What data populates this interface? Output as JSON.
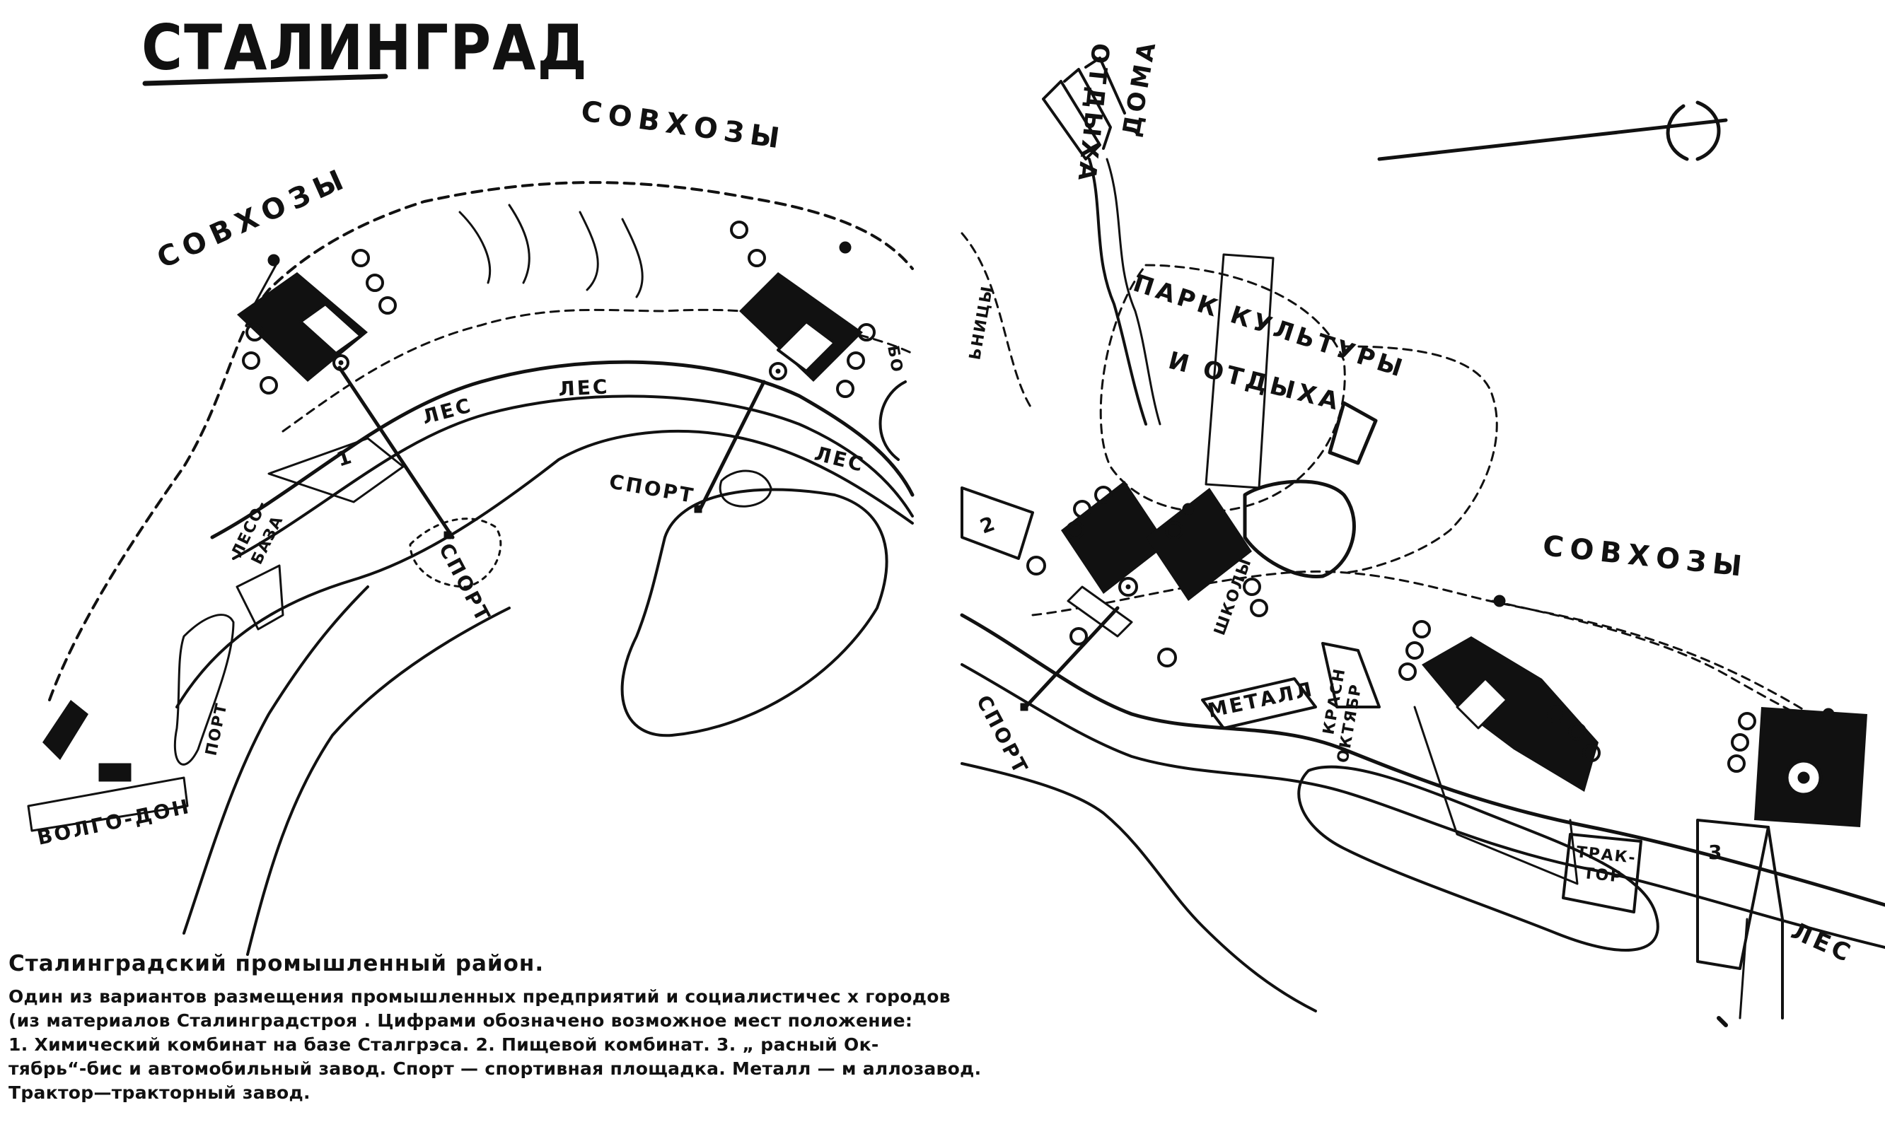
{
  "map": {
    "title": "СТАЛИНГРАД",
    "labels": {
      "sovkhozy_top": "СОВХОЗЫ",
      "sovkhozy_left": "СОВХОЗЫ",
      "sovkhozy_right": "СОВХОЗЫ",
      "les_1": "ЛЕС",
      "les_2": "ЛЕС",
      "les_3": "ЛЕС",
      "les_4": "ЛЕС",
      "sport_1": "СПОРТ",
      "sport_2": "СПОРТ",
      "sport_3": "СПОРТ",
      "lesobaza_1": "ЛЕСО-",
      "lesobaza_2": "БАЗА",
      "port": "ПОРТ",
      "volgo_don": "ВОЛГО-ДОН",
      "doma_otdykha_1": "ДОМА",
      "doma_otdykha_2": "ОТДЫХА",
      "park_1": "ПАРК КУЛЬТУРЫ",
      "park_2": "И ОТДЫХА",
      "shkoly": "ШКОЛЫ",
      "metall": "МЕТАЛЛ",
      "krasn_1": "КРАСН",
      "krasn_2": "ОКТЯБР",
      "traktor_1": "ТРАК-",
      "traktor_2": "ТОР",
      "bo_fragment": "БО",
      "bol_fragment": "ЬНИЦЫ",
      "num_1": "1",
      "num_2": "2",
      "num_3": "3"
    }
  },
  "caption": {
    "title": "Сталинградский промышленный район.",
    "line1": "Один из вариантов размещения промышленных предприятий и социалистичес  х городов",
    "line2": "(из материалов Сталинградстроя . Цифрами обозначено возможное мест  положение:",
    "line3": "1. Химический комбинат на базе Сталгрэса. 2. Пищевой комбинат. 3. „  расный Ок-",
    "line4": "тябрь“-бис и автомобильный завод. Спорт — спортивная площадка. Металл — м  аллозавод.",
    "line5": "Трактор—тракторный завод."
  },
  "colors": {
    "ink": "#111111",
    "paper": "#ffffff"
  }
}
